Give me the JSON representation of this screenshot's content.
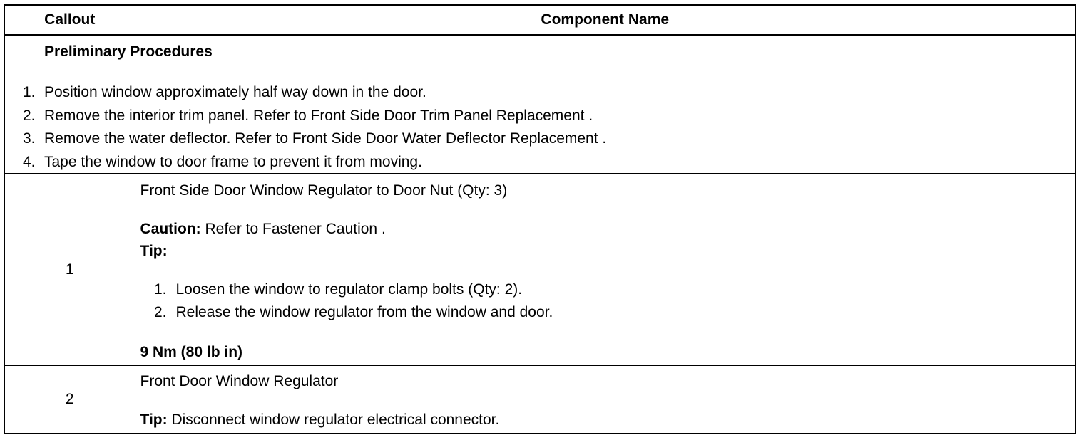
{
  "table": {
    "headers": {
      "callout": "Callout",
      "component_name": "Component Name"
    },
    "preliminary": {
      "title": "Preliminary Procedures",
      "steps": [
        {
          "num": "1.",
          "text": "Position window approximately half way down in the door."
        },
        {
          "num": "2.",
          "text": "Remove the interior trim panel. Refer to Front Side Door Trim Panel Replacement ."
        },
        {
          "num": "3.",
          "text": "Remove the water deflector. Refer to Front Side Door Water Deflector Replacement ."
        },
        {
          "num": "4.",
          "text": "Tape the window to door frame to prevent it from moving."
        }
      ]
    },
    "rows": [
      {
        "callout": "1",
        "name": "Front Side Door Window Regulator to Door Nut (Qty: 3)",
        "caution_label": "Caution:",
        "caution_text": " Refer to Fastener Caution .",
        "tip_label": "Tip:",
        "tip_steps": [
          {
            "num": "1.",
            "text": "Loosen the window to regulator clamp bolts (Qty: 2)."
          },
          {
            "num": "2.",
            "text": "Release the window regulator from the window and door."
          }
        ],
        "torque": "9 Nm (80 lb in)"
      },
      {
        "callout": "2",
        "name": "Front Door Window Regulator",
        "tip_label": "Tip:",
        "tip_text": " Disconnect window regulator electrical connector."
      }
    ]
  }
}
